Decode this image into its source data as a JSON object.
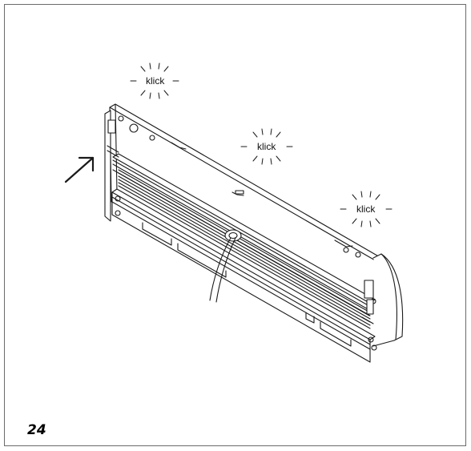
{
  "figure": {
    "step_number": "24",
    "click_labels": [
      "klick",
      "klick",
      "klick"
    ]
  },
  "icons": {
    "direction_arrow": "arrow-up-right-icon",
    "click_sound": "sparkle-burst-icon"
  },
  "colors": {
    "line": "#1a1a1a",
    "frame": "#6b6b6b",
    "background": "#ffffff"
  }
}
